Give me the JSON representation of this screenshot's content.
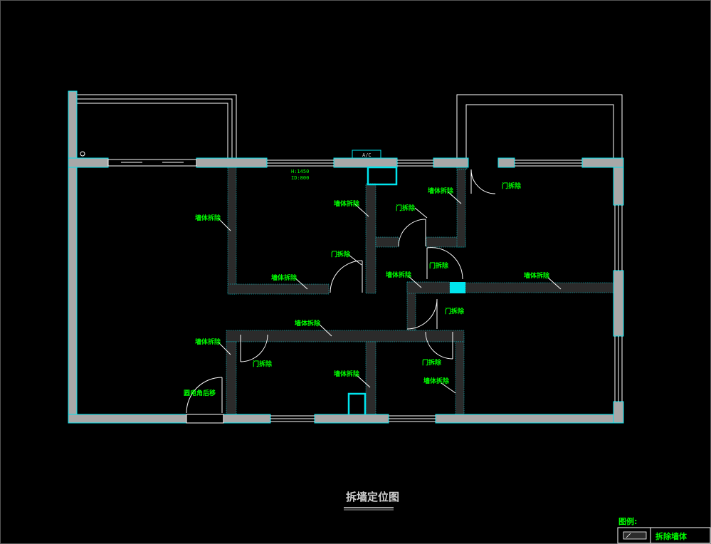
{
  "drawing": {
    "title": "拆墙定位图",
    "ac_label": "A/C",
    "window_dims": [
      "H:1450",
      "ID:800"
    ],
    "legend": {
      "heading": "图例:",
      "item_label": "拆除墙体"
    },
    "annotations": {
      "wall_removal": "墙体拆除",
      "door_removal": "门拆除",
      "frame_removal": "圆电角后移"
    },
    "colors": {
      "background": "#000000",
      "existing_wall": "#a8a8a8",
      "outline": "#00e5ee",
      "demolish_wall": "#2b2b2b",
      "label": "#00ff00",
      "linework": "#ffffff"
    }
  }
}
